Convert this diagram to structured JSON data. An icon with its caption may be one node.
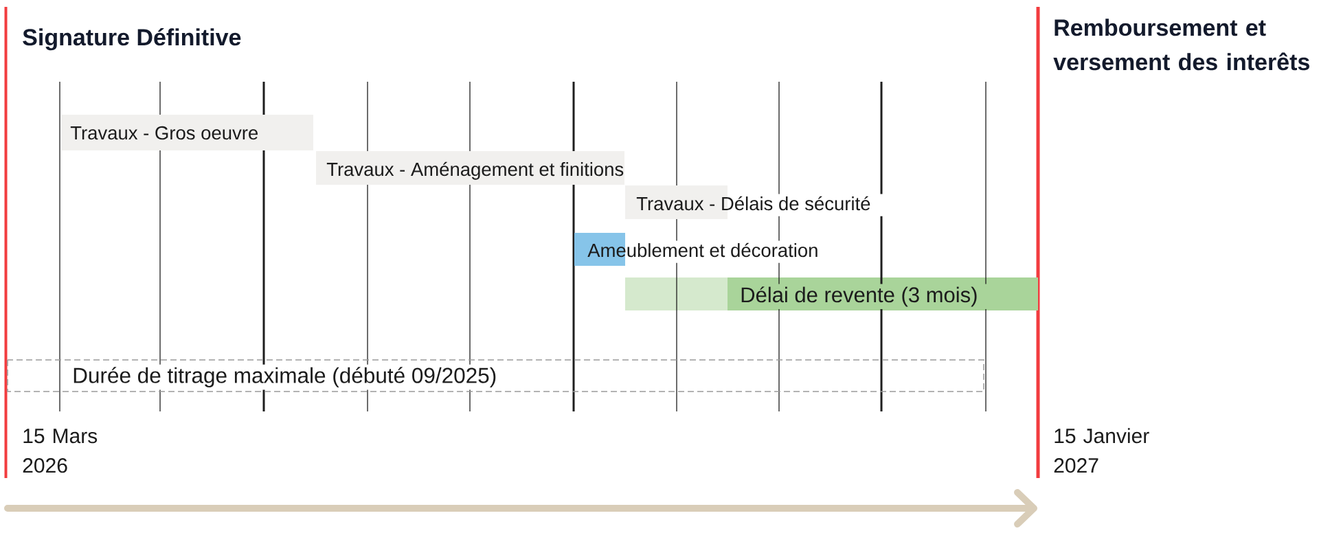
{
  "diagram": {
    "nodes": [
      {
        "text": [
          "Travaux - Gros oeuvre"
        ]
      },
      {
        "text": [
          "Travaux - Aménagement et finitions"
        ]
      },
      {
        "text": [
          "Travaux - Délais de sécurité"
        ]
      },
      {
        "text": [
          "Ameublement et décoration"
        ]
      },
      {
        "text": [],
        "shape": "bar"
      },
      {
        "text": [
          "Délai de revente (3 mois)"
        ]
      },
      {
        "text": [
          "Durée de titrage maximale (débuté 09/2025)"
        ]
      }
    ],
    "labels": [
      "Signature Définitive",
      "Remboursement et versement des interêts",
      "15 Mars 2026",
      "15 Janvier 2027"
    ]
  }
}
